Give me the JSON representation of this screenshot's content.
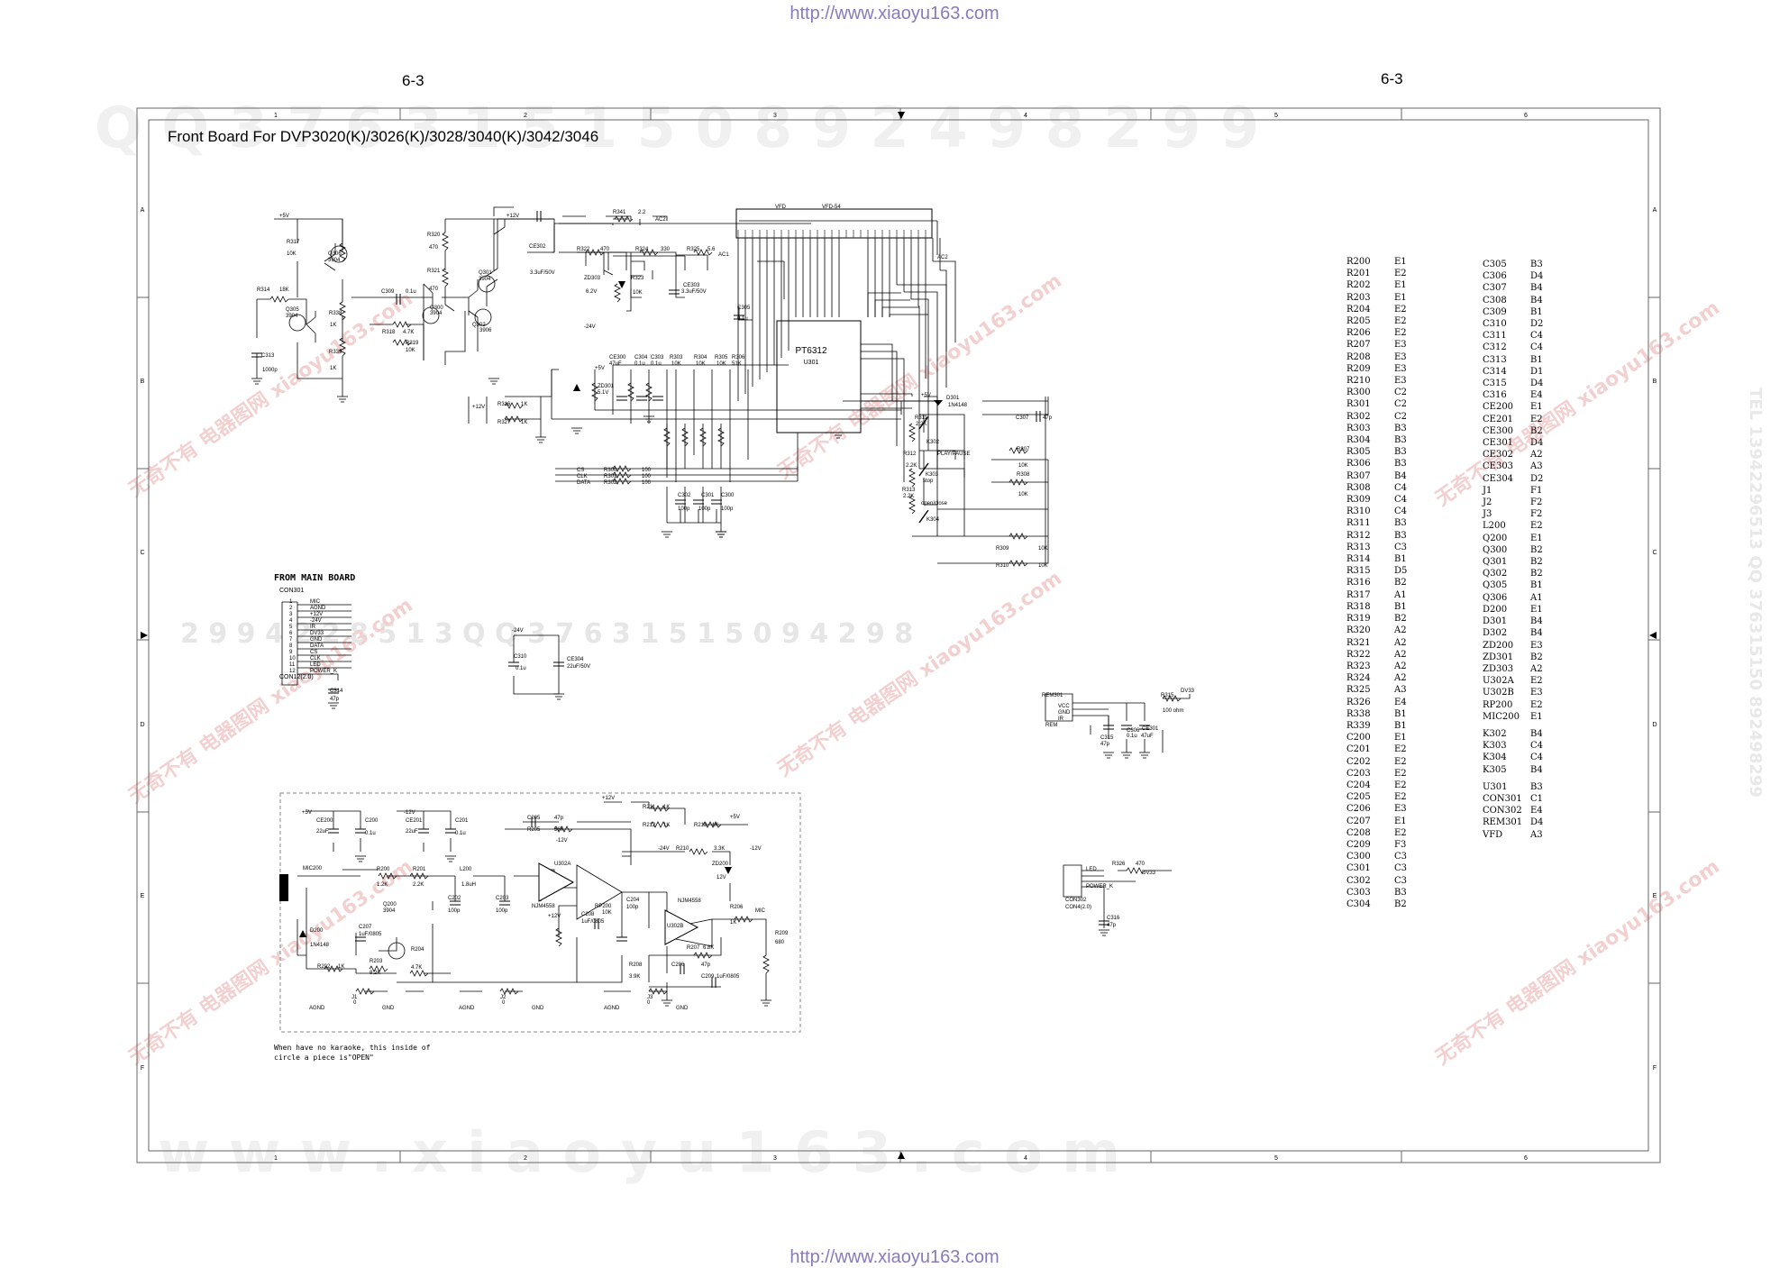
{
  "header": {
    "url_top": "http://www.xiaoyu163.com",
    "url_bottom": "http://www.xiaoyu163.com",
    "page_left": "6-3",
    "page_right": "6-3"
  },
  "title": "Front  Board For DVP3020(K)/3026(K)/3028/3040(K)/3042/3046",
  "grid": {
    "cols": [
      "1",
      "2",
      "3",
      "4",
      "5",
      "6"
    ],
    "rows": [
      "A",
      "B",
      "C",
      "D",
      "E",
      "F"
    ]
  },
  "watermarks": {
    "top_digits": "Q Q 3 7 6 3 1 5 1 5 0   8 9 2 4 9 8 2 9 9",
    "bottom_www": "w w w . x i a o y u 1 6 3 . c o m",
    "mid_digits": "2 9 9 4 2 2 8 5 1 3      Q Q 3 7 6 3 1 5 1 5 0   9 4 2 9 8",
    "side_right": "TEL 13942296513  QQ 376315150  892498299",
    "diag_text": "无奇不有 电器图网 xiaoyu163.com"
  },
  "from_main_board": "FROM MAIN BOARD",
  "note": "When have no karaoke, this inside of\ncircle a piece is\"OPEN\"",
  "connector_con301": {
    "name": "CON301",
    "footer": "CON12(2.0)",
    "pins": [
      "1",
      "2",
      "3",
      "4",
      "5",
      "6",
      "7",
      "8",
      "9",
      "10",
      "11",
      "12"
    ],
    "signals": [
      "MIC",
      "AGND",
      "+12V",
      "-24V",
      "IR",
      "DV33",
      "GND",
      "DATA",
      "CS",
      "CLK",
      "LED",
      "POWER_K"
    ]
  },
  "ic": {
    "name": "PT6312",
    "ref": "U301"
  },
  "vfd": {
    "label_left": "VFD",
    "label_right": "VFD-54"
  },
  "parts_table_left": [
    [
      "R200",
      "E1"
    ],
    [
      "R201",
      "E2"
    ],
    [
      "R202",
      "E1"
    ],
    [
      "R203",
      "E1"
    ],
    [
      "R204",
      "E2"
    ],
    [
      "R205",
      "E2"
    ],
    [
      "R206",
      "E2"
    ],
    [
      "R207",
      "E3"
    ],
    [
      "R208",
      "E3"
    ],
    [
      "R209",
      "E3"
    ],
    [
      "R210",
      "E3"
    ],
    [
      "R300",
      "C2"
    ],
    [
      "R301",
      "C2"
    ],
    [
      "R302",
      "C2"
    ],
    [
      "R303",
      "B3"
    ],
    [
      "R304",
      "B3"
    ],
    [
      "R305",
      "B3"
    ],
    [
      "R306",
      "B3"
    ],
    [
      "R307",
      "B4"
    ],
    [
      "R308",
      "C4"
    ],
    [
      "R309",
      "C4"
    ],
    [
      "R310",
      "C4"
    ],
    [
      "R311",
      "B3"
    ],
    [
      "R312",
      "B3"
    ],
    [
      "R313",
      "C3"
    ],
    [
      "R314",
      "B1"
    ],
    [
      "R315",
      "D5"
    ],
    [
      "R316",
      "B2"
    ],
    [
      "R317",
      "A1"
    ],
    [
      "R318",
      "B1"
    ],
    [
      "R319",
      "B2"
    ],
    [
      "R320",
      "A2"
    ],
    [
      "R321",
      "A2"
    ],
    [
      "R322",
      "A2"
    ],
    [
      "R323",
      "A2"
    ],
    [
      "R324",
      "A2"
    ],
    [
      "R325",
      "A3"
    ],
    [
      "R326",
      "E4"
    ],
    [
      "R338",
      "B1"
    ],
    [
      "R339",
      "B1"
    ],
    [
      "C200",
      "E1"
    ],
    [
      "C201",
      "E2"
    ],
    [
      "C202",
      "E2"
    ],
    [
      "C203",
      "E2"
    ],
    [
      "C204",
      "E2"
    ],
    [
      "C205",
      "E2"
    ],
    [
      "C206",
      "E3"
    ],
    [
      "C207",
      "E1"
    ],
    [
      "C208",
      "E2"
    ],
    [
      "C209",
      "F3"
    ],
    [
      "C300",
      "C3"
    ],
    [
      "C301",
      "C3"
    ],
    [
      "C302",
      "C3"
    ],
    [
      "C303",
      "B3"
    ],
    [
      "C304",
      "B2"
    ]
  ],
  "parts_table_right": [
    [
      "C305",
      "B3"
    ],
    [
      "C306",
      "D4"
    ],
    [
      "C307",
      "B4"
    ],
    [
      "C308",
      "B4"
    ],
    [
      "C309",
      "B1"
    ],
    [
      "C310",
      "D2"
    ],
    [
      "C311",
      "C4"
    ],
    [
      "C312",
      "C4"
    ],
    [
      "C313",
      "B1"
    ],
    [
      "C314",
      "D1"
    ],
    [
      "C315",
      "D4"
    ],
    [
      "C316",
      "E4"
    ],
    [
      "CE200",
      "E1"
    ],
    [
      "CE201",
      "E2"
    ],
    [
      "CE300",
      "B2"
    ],
    [
      "CE301",
      "D4"
    ],
    [
      "CE302",
      "A2"
    ],
    [
      "CE303",
      "A3"
    ],
    [
      "CE304",
      "D2"
    ],
    [
      "J1",
      "F1"
    ],
    [
      "J2",
      "F2"
    ],
    [
      "J3",
      "F2"
    ],
    [
      "L200",
      "E2"
    ],
    [
      "Q200",
      "E1"
    ],
    [
      "Q300",
      "B2"
    ],
    [
      "Q301",
      "B2"
    ],
    [
      "Q302",
      "B2"
    ],
    [
      "Q305",
      "B1"
    ],
    [
      "Q306",
      "A1"
    ],
    [
      "D200",
      "E1"
    ],
    [
      "D301",
      "B4"
    ],
    [
      "D302",
      "B4"
    ],
    [
      "ZD200",
      "E3"
    ],
    [
      "ZD301",
      "B2"
    ],
    [
      "ZD303",
      "A2"
    ],
    [
      "U302A",
      "E2"
    ],
    [
      "U302B",
      "E3"
    ],
    [
      "RP200",
      "E2"
    ],
    [
      "MIC200",
      "E1"
    ],
    [
      "",
      ""
    ],
    [
      "K302",
      "B4"
    ],
    [
      "K303",
      "C4"
    ],
    [
      "K304",
      "C4"
    ],
    [
      "K305",
      "B4"
    ],
    [
      "",
      ""
    ],
    [
      "U301",
      "B3"
    ],
    [
      "CON301",
      "C1"
    ],
    [
      "CON302",
      "E4"
    ],
    [
      "REM301",
      "D4"
    ],
    [
      "VFD",
      "A3"
    ]
  ],
  "labels": {
    "p5v": "+5V",
    "p12v": "+12V",
    "m24v": "-24V",
    "m12v": "-12V",
    "r317": "R317",
    "r317v": "10K",
    "q306": "Q306",
    "q306t": "3904",
    "r314": "R314",
    "r314v": "18K",
    "q305": "Q305",
    "q305t": "3904",
    "r338": "R338",
    "r338v": "1K",
    "r339": "R339",
    "r339v": "1K",
    "c313": "C313",
    "c313v": "1000p",
    "c309": "C309",
    "c309v": "0.1u",
    "r318": "R318",
    "r318v": "4.7K",
    "r319": "R319",
    "r319v": "10K",
    "q300": "Q300",
    "q300t": "3904",
    "r320": "R320",
    "r320v": "470",
    "r321": "R321",
    "r321v": "470",
    "q301": "Q301",
    "q301t": "3904",
    "q302": "Q302",
    "q302t": "3906",
    "ce302": "CE302",
    "ce302v": "3.3uF/50V",
    "r341": "R341",
    "r341v": "2.2",
    "ac2": "AC2",
    "ac1": "AC1",
    "r322": "R322",
    "r322v": "470",
    "r324": "R324",
    "r324v": "330",
    "r325": "R325",
    "r325v": "5.6",
    "zd303": "ZD303",
    "zd303v": "6.2V",
    "r323": "R323",
    "r323v": "10K",
    "ce303": "CE303",
    "ce303v": "3.3uF/50V",
    "c305": "C305",
    "c305v": "0.1u",
    "ce300": "CE300",
    "ce300v": "47uF",
    "c304": "C304",
    "c304v": "0.1u",
    "c303": "C303",
    "c303v": "0.1u",
    "r303": "R303",
    "r303v": "10K",
    "r304": "R304",
    "r304v": "10K",
    "r305": "R305",
    "r305v": "10K",
    "r306": "R306",
    "r306v": "51K",
    "zd301": "ZD301",
    "zd301v": "5.1V",
    "r316": "R316",
    "r316v": "1K",
    "r327": "R327",
    "r327v": "1K",
    "cs": "CS",
    "clk": "CLK",
    "data": "DATA",
    "r300": "R300",
    "r301": "R301",
    "r302": "R302",
    "r30xv": "100",
    "c302": "C302",
    "c301": "C301",
    "c300": "C300",
    "c30xv": "100p",
    "d301": "D301",
    "d301v": "1N4148",
    "r311": "R311",
    "r311v": "2.2K",
    "k302": "K302",
    "playpause": "PLAY/PAUSE",
    "r307": "R307",
    "r307v": "10K",
    "r312": "R312",
    "r312v": "2.2K",
    "k303": "K303",
    "stop": "stop",
    "r308": "R308",
    "r308v": "10K",
    "r313": "R313",
    "r313v": "2.2K",
    "openclose": "open/close",
    "k304": "K304",
    "r309": "R309",
    "r309v": "10K",
    "r310": "R310",
    "r310v": "10K",
    "c307": "C307",
    "c307v": "47p",
    "c310": "C310",
    "c310v": "0.1u",
    "ce304": "CE304",
    "ce304v": "22uF/50V",
    "c314": "C314",
    "c314v": "47p",
    "rem301": "REM301",
    "rem": "REM",
    "vcc": "VCC",
    "gnd": "GND",
    "ir": "IR",
    "r315": "R315",
    "r315v": "100 ohm",
    "dv33": "DV33",
    "c315": "C315",
    "c315v": "47p",
    "c306": "C306",
    "c306v": "0.1u",
    "ce301": "CE301",
    "ce301v": "47uF",
    "con302": "CON302",
    "con302f": "CON4(2.0)",
    "r326": "R326",
    "r326v": "470",
    "led": "LED",
    "powerk": "POWER_K",
    "c316": "C316",
    "c316v": "47p",
    "ce200": "CE200",
    "ce200v": "22uF",
    "c200": "C200",
    "c200v": "0.1u",
    "ce201": "CE201",
    "ce201v": "22uF",
    "c201": "C201",
    "c201v": "0.1u",
    "mic200": "MIC200",
    "r200": "R200",
    "r200v": "1.2K",
    "r201": "R201",
    "r201v": "2.2K",
    "l200": "L200",
    "l200v": "1.8uH",
    "c202": "C202",
    "c202v": "100p",
    "c203": "C203",
    "c203v": "100p",
    "q200": "Q200",
    "q200t": "3904",
    "d200": "D200",
    "d200v": "1N4148",
    "c207": "C207",
    "c207v": "1uF/0805",
    "r202": "R202",
    "r202v": "1K",
    "r203": "R203",
    "r203v": "8.2K",
    "r204": "R204",
    "r204v": "4.7K",
    "c205": "C205",
    "c205v": "47p",
    "r205": "R205",
    "r205v": "56K",
    "u302a": "U302A",
    "njm": "NJM4558",
    "c208": "C208",
    "c208v": "1uF/0805",
    "rp200": "RP200",
    "rp200v": "10K",
    "c204": "C204",
    "c204v": "100p",
    "u302b": "U302B",
    "njm2": "NJM4558",
    "r211": "R211",
    "r211v": "1K",
    "r212": "R212",
    "r212v": "1K",
    "r213": "R213",
    "r213v": "1K",
    "r210": "R210",
    "r210v": "3.3K",
    "zd200": "ZD200",
    "zd200v": "12V",
    "r206": "R206",
    "r206v": "1K",
    "mic": "MIC",
    "r207": "R207",
    "r207v": "6.8K",
    "c206": "C206",
    "c206v": "47p",
    "r208": "R208",
    "r208v": "3.9K",
    "c209": "C209",
    "c209v": "1uF/0805",
    "r209": "R209",
    "r209v": "680",
    "j1": "J1",
    "j2": "J2",
    "j3": "J3",
    "j0": "0",
    "agnd": "AGND"
  }
}
